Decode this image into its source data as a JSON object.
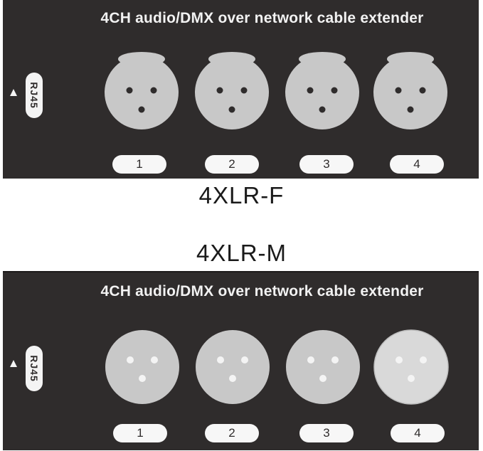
{
  "panel_female": {
    "title": "4CH audio/DMX over network cable extender",
    "port_label": "RJ45",
    "channels": [
      "1",
      "2",
      "3",
      "4"
    ]
  },
  "caption_female": "4XLR-F",
  "caption_male": "4XLR-M",
  "panel_male": {
    "title": "4CH audio/DMX over network cable extender",
    "port_label": "RJ45",
    "channels": [
      "1",
      "2",
      "3",
      "4"
    ]
  },
  "colors": {
    "panel": "#2f2c2c",
    "connector": "#c8c8c8",
    "connector_highlight": "#d9d9d9",
    "label_pill": "#f7f7f7"
  },
  "icons": {
    "female_connector": "xlr-female-icon",
    "male_connector": "xlr-male-icon",
    "port_arrow": "triangle-up-icon"
  }
}
